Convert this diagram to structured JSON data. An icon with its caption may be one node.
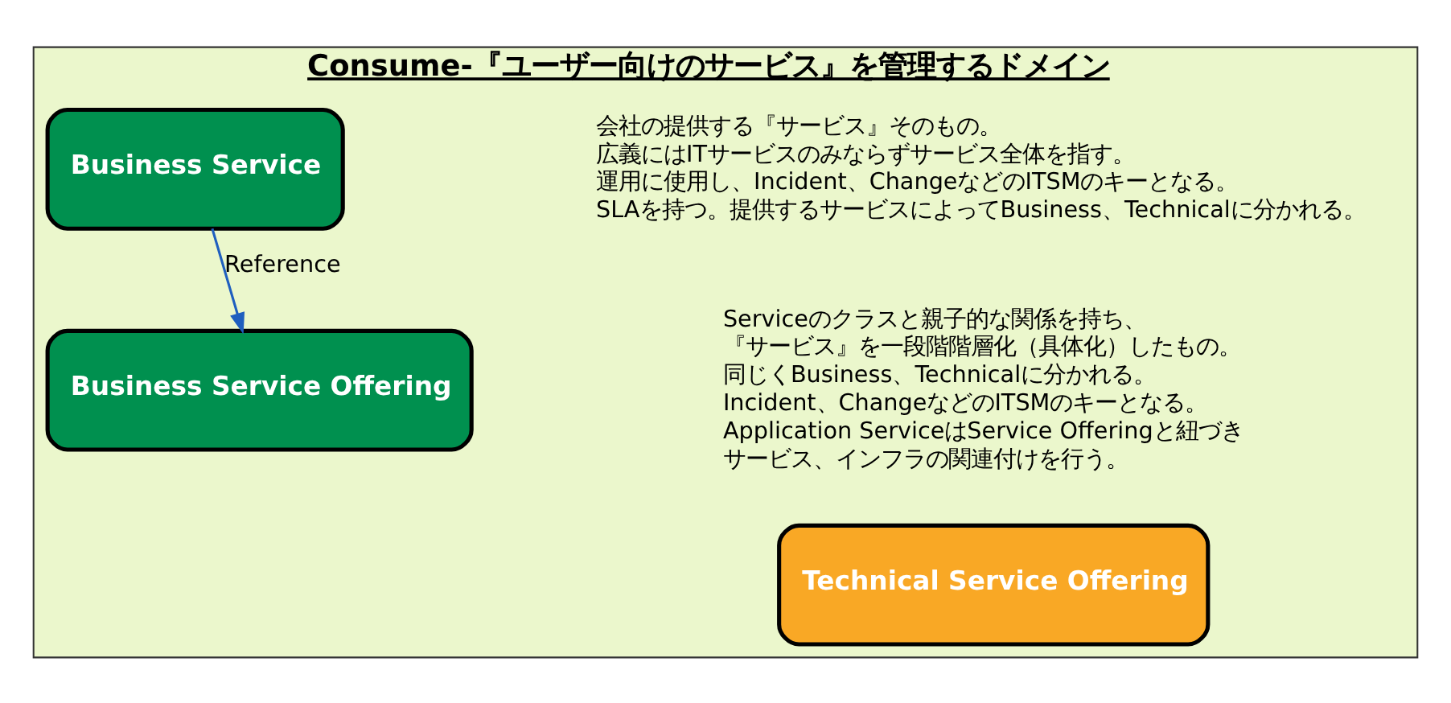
{
  "diagram": {
    "nodes": [
      {
        "text": [
          "Consume-『ユーザー向けのサービス』を管理するドメイン"
        ]
      },
      {
        "text": [
          "Business Service"
        ],
        "in": 0,
        "beside": [
          "会社の提供する『サービス』そのもの。",
          "広義にはITサービスのみならずサービス全体を指す。",
          "運用に使用し、Incident、ChangeなどのITSMのキーとなる。",
          "SLAを持つ。提供するサービスによってBusiness、Technicalに分かれる。"
        ]
      },
      {
        "text": [
          "Business Service Offering"
        ],
        "in": 0,
        "beside": [
          "Serviceのクラスと親子的な関係を持ち、",
          "『サービス』を一段階階層化（具体化）したもの。",
          "同じくBusiness、Technicalに分かれる。",
          "Incident、ChangeなどのITSMのキーとなる。",
          "Application ServiceはService Offeringと紐づき",
          "サービス、インフラの関連付けを行う。"
        ]
      },
      {
        "text": [
          "Technical Service Offering"
        ],
        "in": 0
      }
    ],
    "edges": [
      {
        "from": 1,
        "to": 2,
        "arrow": "to",
        "label": "Reference",
        "color": "#1f5fbf"
      }
    ]
  }
}
